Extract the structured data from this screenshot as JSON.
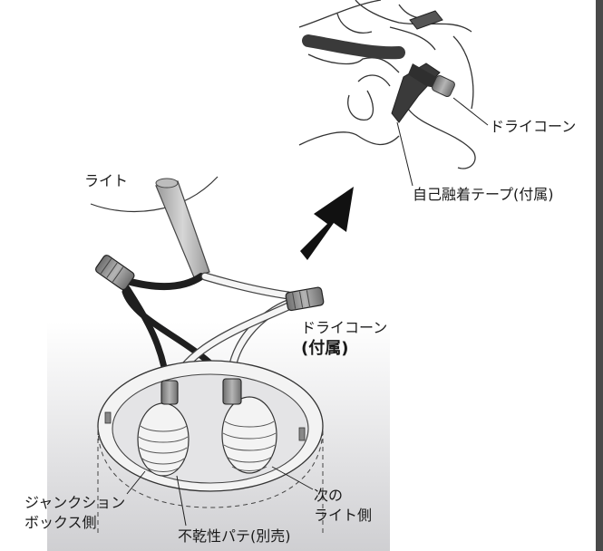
{
  "labels": {
    "light": "ライト",
    "dry_cone_top": "ドライコーン",
    "tape": "自己融着テープ(付属)",
    "dry_cone_mid_1": "ドライコーン",
    "dry_cone_mid_2": "(付属)",
    "jbox_1": "ジャンクション",
    "jbox_2": "ボックス側",
    "next_1": "次の",
    "next_2": "ライト側",
    "putty": "不乾性パテ(別売)"
  },
  "colors": {
    "black_wire": "#1f1f1f",
    "white_wire": "#f2f2f2",
    "connector": "#8a8a8a",
    "tape": "#3a3a3a",
    "gradient": "#cfcfd2"
  }
}
